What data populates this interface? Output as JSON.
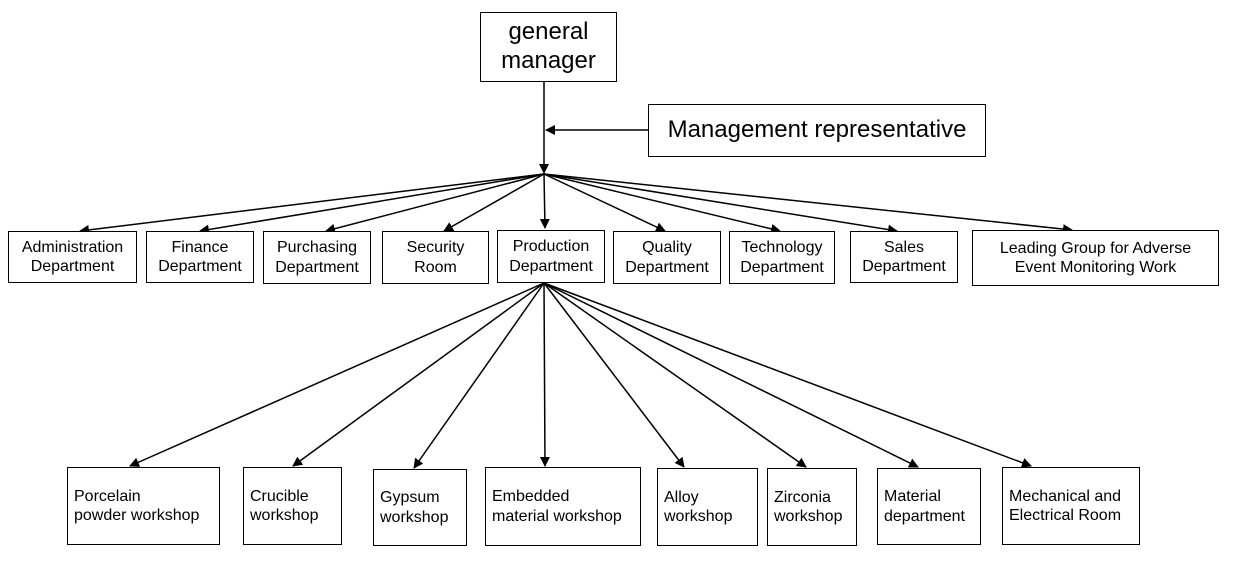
{
  "top": {
    "general_manager": "general\nmanager",
    "management_rep": "Management representative"
  },
  "departments": [
    "Administration\nDepartment",
    "Finance\nDepartment",
    "Purchasing\nDepartment",
    "Security\nRoom",
    "Production\nDepartment",
    "Quality\nDepartment",
    "Technology\nDepartment",
    "Sales\nDepartment",
    "Leading Group for Adverse\nEvent Monitoring Work"
  ],
  "workshops": [
    "Porcelain\npowder workshop",
    "Crucible\nworkshop",
    "Gypsum\nworkshop",
    "Embedded\nmaterial workshop",
    "Alloy\nworkshop",
    "Zirconia\nworkshop",
    "Material\ndepartment",
    "Mechanical and\nElectrical Room"
  ]
}
